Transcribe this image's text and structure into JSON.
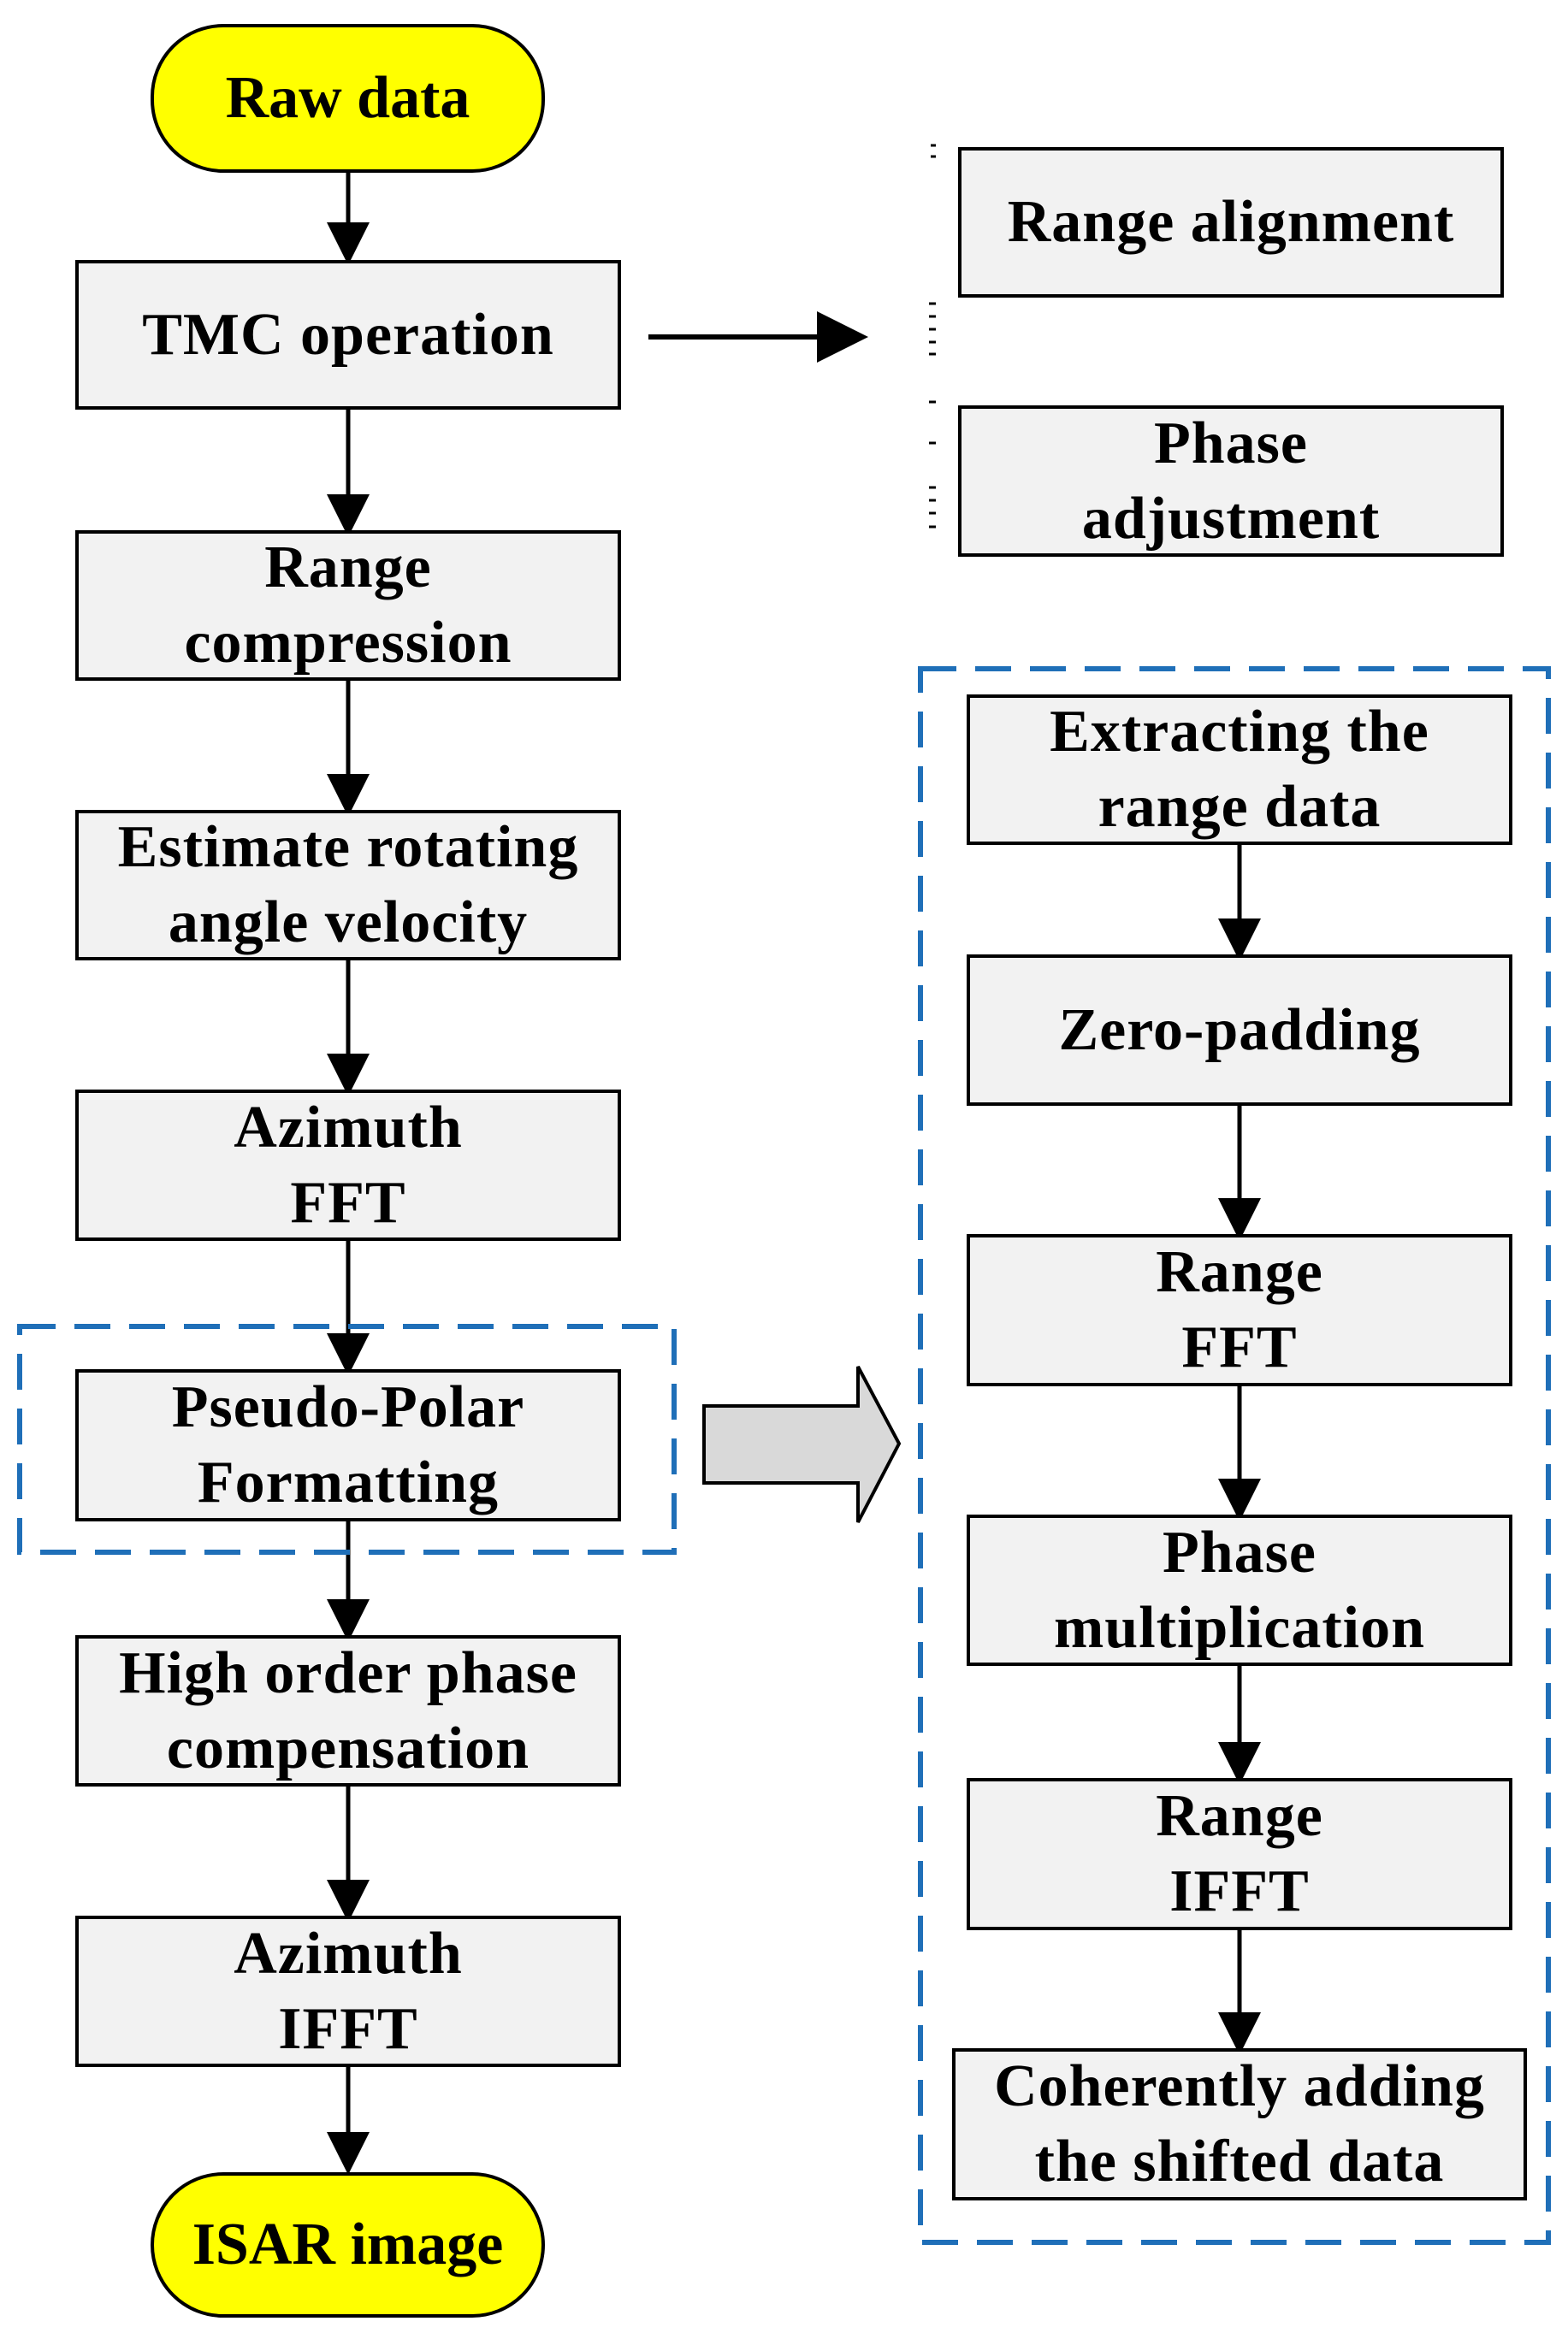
{
  "main_flow": {
    "start": "Raw data",
    "steps": [
      "TMC operation",
      "Range\ncompression",
      "Estimate rotating\nangle velocity",
      "Azimuth\nFFT",
      "Pseudo-Polar\nFormatting",
      "High order phase\ncompensation",
      "Azimuth\nIFFT"
    ],
    "end": "ISAR image"
  },
  "tmc_detail": {
    "items": [
      "Range alignment",
      "Phase\nadjustment"
    ]
  },
  "ppf_detail": {
    "steps": [
      "Extracting the\nrange data",
      "Zero-padding",
      "Range\nFFT",
      "Phase\nmultiplication",
      "Range\nIFFT",
      "Coherently adding\nthe shifted data"
    ]
  },
  "colors": {
    "box_fill": "#f2f2f2",
    "terminal_fill": "#ffff00",
    "dashed_border": "#1f6fb8",
    "block_arrow_fill": "#d9d9d9"
  }
}
